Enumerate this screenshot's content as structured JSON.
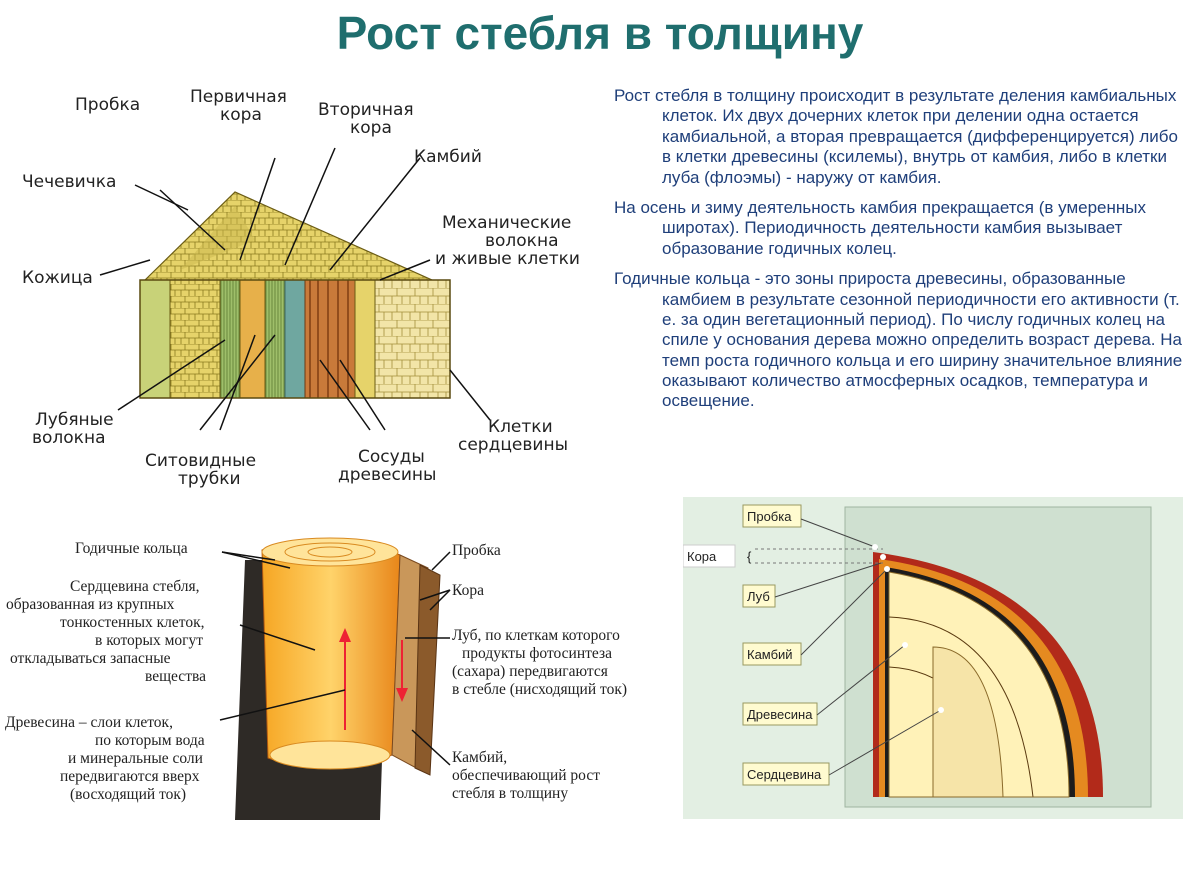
{
  "title": "Рост стебля в толщину",
  "text": {
    "p1": "Рост стебля в толщину происходит в результате деления камбиальных клеток. Их двух дочерних клеток при делении одна остается камбиальной, а вторая превращается (дифференцируется) либо в клетки древесины (ксилемы), внутрь от камбия, либо в клетки луба (флоэмы) - наружу от камбия.",
    "p2": "На осень и зиму деятельность камбия прекращается (в умеренных широтах). Периодичность деятельности камбия вызывает образование годичных колец.",
    "p3": "Годичные кольца - это зоны прироста древесины, образованные камбием в результате сезонной периодичности его активности (т. е. за один вегетационный период). По числу годичных колец на спиле у основания дерева можно определить возраст дерева. На темп роста годичного кольца и его ширину значительное влияние оказывают количество атмосферных осадков, температура и освещение."
  },
  "fig1": {
    "probka": "Пробка",
    "perv_kora_1": "Первичная",
    "perv_kora_2": "кора",
    "vtor_kora_1": "Вторичная",
    "vtor_kora_2": "кора",
    "kambiy": "Камбий",
    "chechevichka": "Чечевичка",
    "mech_1": "Механические",
    "mech_2": "волокна",
    "mech_3": "и живые клетки",
    "kozhitsa": "Кожица",
    "lub_1": "Лубяные",
    "lub_2": "волокна",
    "sito_1": "Ситовидные",
    "sito_2": "трубки",
    "sosudy_1": "Сосуды",
    "sosudy_2": "древесины",
    "kletki_1": "Клетки",
    "kletki_2": "сердцевины"
  },
  "fig2": {
    "kolca": "Годичные кольца",
    "serd_1": "Сердцевина стебля,",
    "serd_2": "образованная из крупных",
    "serd_3": "тонкостенных клеток,",
    "serd_4": "в которых могут",
    "serd_5": "откладываться запасные",
    "serd_6": "вещества",
    "drev_1": "Древесина – слои клеток,",
    "drev_2": "по которым вода",
    "drev_3": "и минеральные соли",
    "drev_4": "передвигаются вверх",
    "drev_5": "(восходящий ток)",
    "probka": "Пробка",
    "kora": "Кора",
    "lub_1": "Луб, по клеткам которого",
    "lub_2": "продукты фотосинтеза",
    "lub_3": "(сахара) передвигаются",
    "lub_4": "в стебле (нисходящий ток)",
    "kamb_1": "Камбий,",
    "kamb_2": "обеспечивающий рост",
    "kamb_3": "стебля в толщину"
  },
  "fig3": {
    "probka": "Пробка",
    "kora": "Кора",
    "lub": "Луб",
    "kambiy": "Камбий",
    "drevesina": "Древесина",
    "serdcevina": "Сердцевина"
  }
}
